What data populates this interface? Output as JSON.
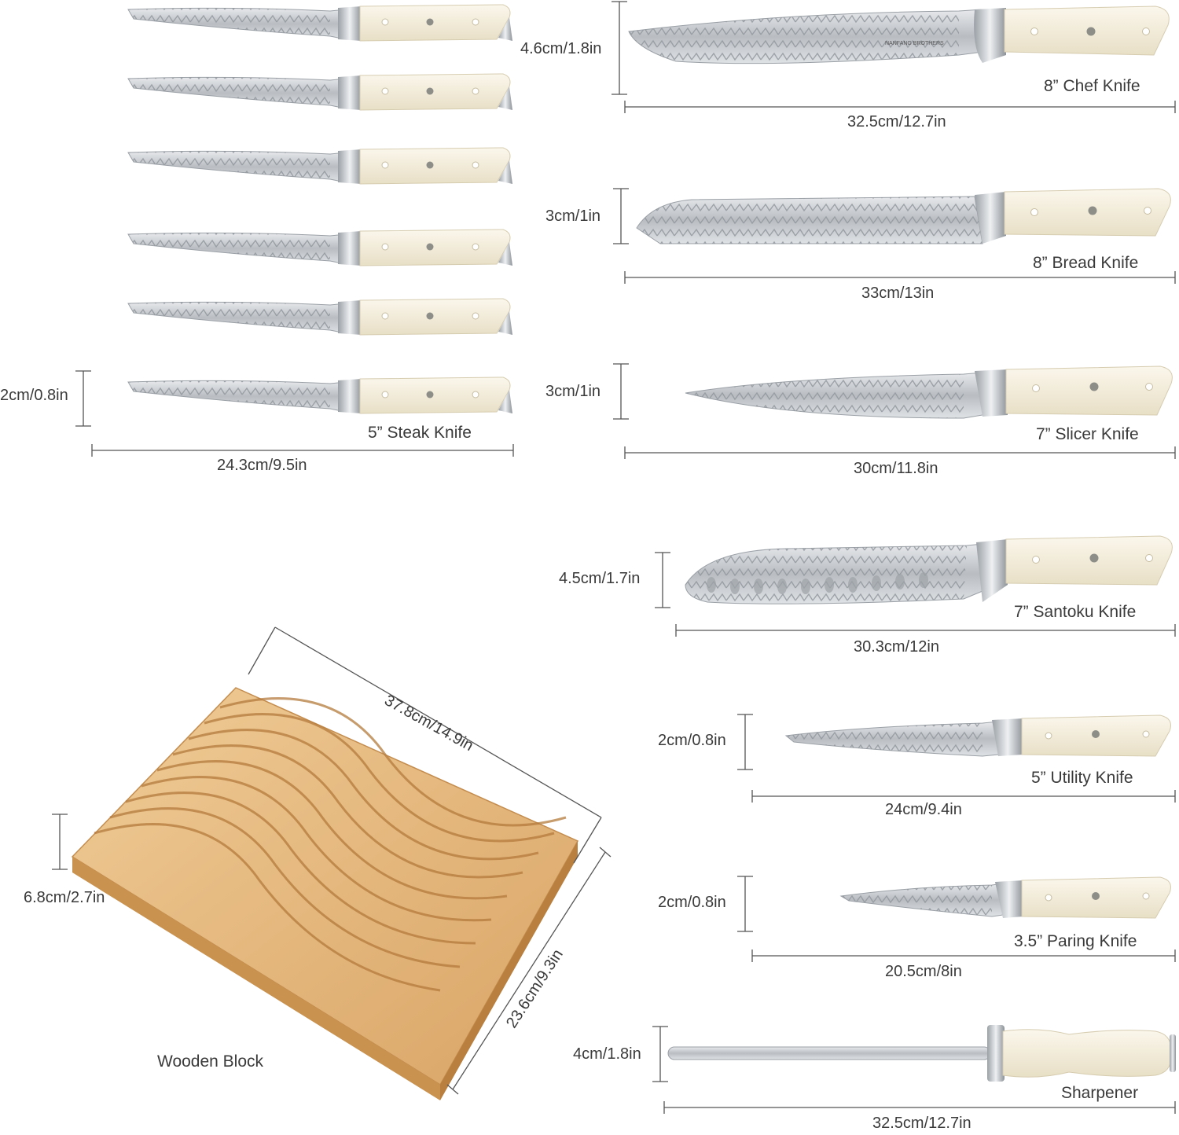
{
  "steak": {
    "name": "5” Steak Knife",
    "height": "2cm/0.8in",
    "length": "24.3cm/9.5in"
  },
  "chef": {
    "name": "8” Chef Knife",
    "height": "4.6cm/1.8in",
    "length": "32.5cm/12.7in"
  },
  "bread": {
    "name": "8” Bread Knife",
    "height": "3cm/1in",
    "length": "33cm/13in"
  },
  "slicer": {
    "name": "7” Slicer Knife",
    "height": "3cm/1in",
    "length": "30cm/11.8in"
  },
  "santoku": {
    "name": "7” Santoku Knife",
    "height": "4.5cm/1.7in",
    "length": "30.3cm/12in"
  },
  "utility": {
    "name": "5” Utility Knife",
    "height": "2cm/0.8in",
    "length": "24cm/9.4in"
  },
  "paring": {
    "name": "3.5” Paring Knife",
    "height": "2cm/0.8in",
    "length": "20.5cm/8in"
  },
  "sharpener": {
    "name": "Sharpener",
    "height": "4cm/1.8in",
    "length": "32.5cm/12.7in"
  },
  "block": {
    "name": "Wooden Block",
    "length": "37.8cm/14.9in",
    "width": "23.6cm/9.3in",
    "height": "6.8cm/2.7in"
  },
  "brand": "NANFANG BROTHERS",
  "colors": {
    "handle": "#f3ecd9",
    "blade": "#c9cdd1",
    "wood": "#e2b57a",
    "line": "#444444"
  }
}
